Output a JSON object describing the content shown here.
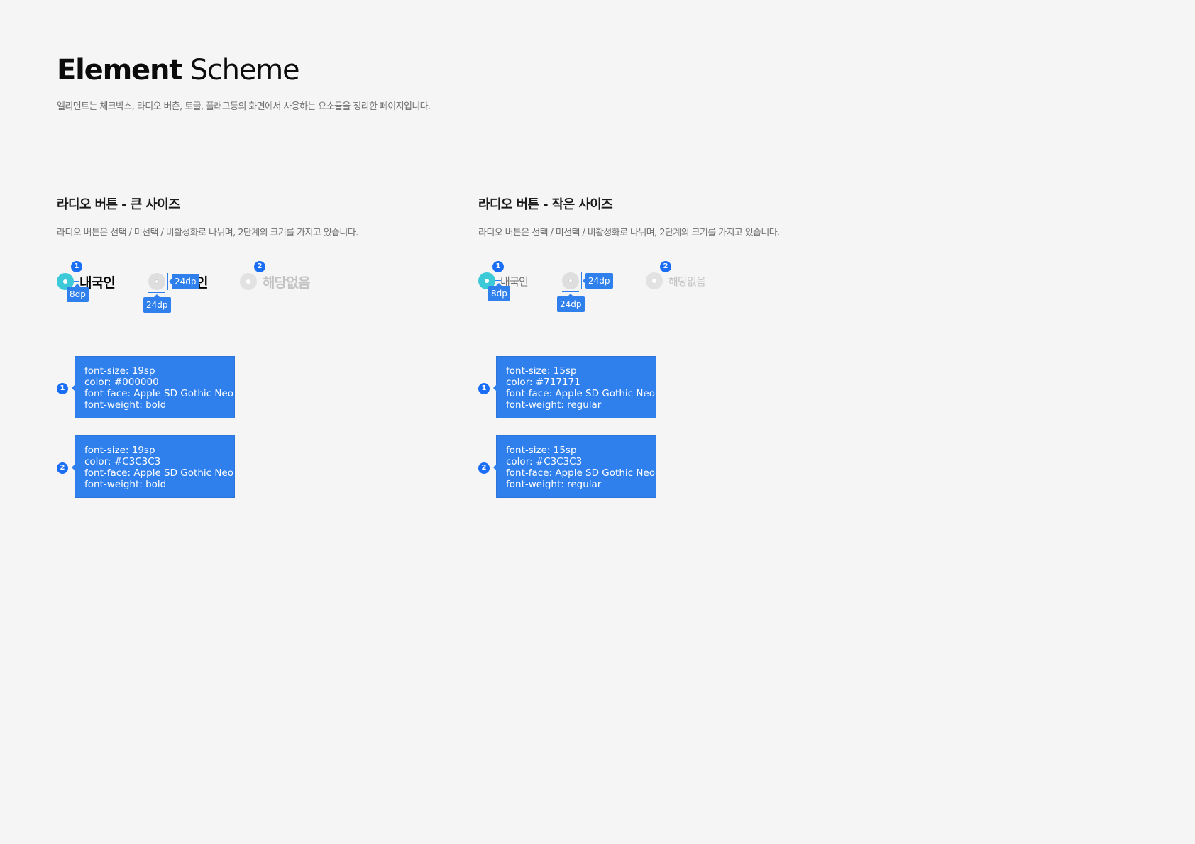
{
  "header": {
    "title_bold": "Element",
    "title_light": "Scheme",
    "description": "엘리먼트는 체크박스, 라디오 버츤, 토글, 플래그등의 화면에서 사용하는 요소들을 정리한 페이지입니다."
  },
  "sections": [
    {
      "title": "라디오 버튼 - 큰 사이즈",
      "description": "라디오 버튼은 선택 / 미선택 / 비활성화로 나뉘며, 2단계의 크기를 가지고 있습니다.",
      "labels": {
        "selected": "내국인",
        "unselected": "인",
        "disabled": "해당없음"
      },
      "markers": {
        "one": "1",
        "two": "2"
      },
      "dimensions": {
        "gap": "8dp",
        "height": "24dp",
        "width": "24dp"
      },
      "specs": [
        {
          "marker": "1",
          "lines": [
            "font-size: 19sp",
            "color: #000000",
            "font-face: Apple SD Gothic Neo",
            "font-weight: bold"
          ]
        },
        {
          "marker": "2",
          "lines": [
            "font-size: 19sp",
            "color: #C3C3C3",
            "font-face: Apple SD Gothic Neo",
            "font-weight: bold"
          ]
        }
      ]
    },
    {
      "title": "라디오 버튼 - 작은 사이즈",
      "description": "라디오 버튼은 선택 / 미선택 / 비활성화로 나뉘며, 2단계의 크기를 가지고 있습니다.",
      "labels": {
        "selected": "내국인",
        "unselected": "",
        "disabled": "해당없음"
      },
      "markers": {
        "one": "1",
        "two": "2"
      },
      "dimensions": {
        "gap": "8dp",
        "height": "24dp",
        "width": "24dp"
      },
      "specs": [
        {
          "marker": "1",
          "lines": [
            "font-size: 15sp",
            "color: #717171",
            "font-face: Apple SD Gothic Neo",
            "font-weight: regular"
          ]
        },
        {
          "marker": "2",
          "lines": [
            "font-size: 15sp",
            "color: #C3C3C3",
            "font-face: Apple SD Gothic Neo",
            "font-weight: regular"
          ]
        }
      ]
    }
  ],
  "colors": {
    "background": "#f5f5f5",
    "radio_selected": "#3cc9d8",
    "annotation_blue": "#2f80ed",
    "label_large": "#000000",
    "label_small": "#717171",
    "label_disabled": "#C3C3C3"
  }
}
